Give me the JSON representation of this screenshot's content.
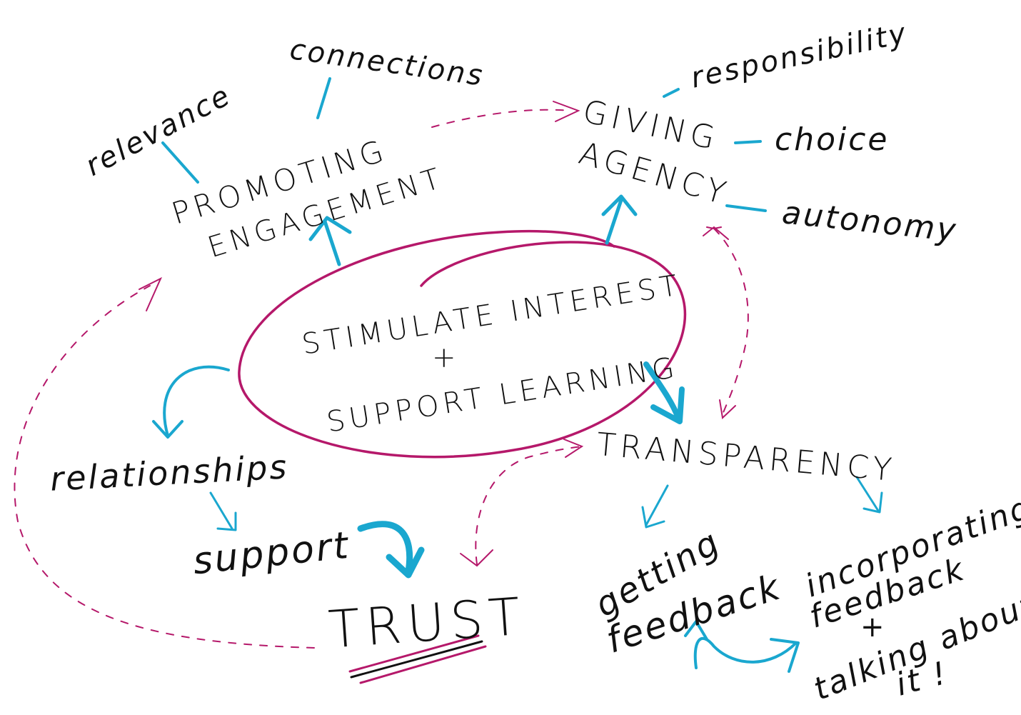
{
  "colors": {
    "ink": "#111111",
    "arrow": "#1aa7cf",
    "dashed": "#b5186a",
    "ellipse": "#b5186a"
  },
  "center": {
    "line1": "STIMULATE INTEREST",
    "plus": "+",
    "line2": "SUPPORT LEARNING"
  },
  "nodes": {
    "promoting": "PROMOTING",
    "engagement": "ENGAGEMENT",
    "giving": "GIVING",
    "agency": "AGENCY",
    "transparency": "TRANSPARENCY",
    "trust": "TRUST",
    "relationships": "relationships",
    "support": "support",
    "relevance": "relevance",
    "connections": "connections",
    "responsibility": "responsibility",
    "choice": "choice",
    "autonomy": "autonomy",
    "getting": "getting",
    "feedback": "feedback",
    "incorporating": "incorporating",
    "feedback2": "feedback",
    "plus": "+",
    "talking": "talking about",
    "it": "it !"
  }
}
